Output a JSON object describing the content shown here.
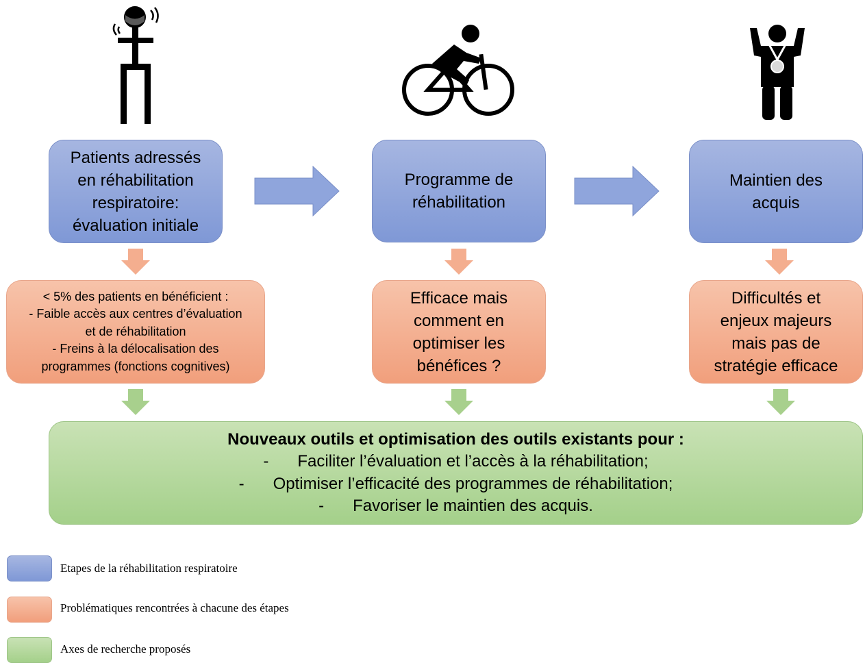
{
  "colors": {
    "blue": "#8fa5dc",
    "orange": "#f4ae8f",
    "green": "#b5d99c",
    "blue_arrow": "#8fa5dc",
    "orange_arrow": "#f4ae8f",
    "green_arrow": "#a8d08d"
  },
  "icons": [
    "person-with-mask-icon",
    "cyclist-icon",
    "person-with-medal-icon"
  ],
  "steps": [
    {
      "label": "Patients adressés\nen réhabilitation\nrespiratoire:\névaluation initiale"
    },
    {
      "label": "Programme de\nréhabilitation"
    },
    {
      "label": "Maintien des\nacquis"
    }
  ],
  "problems": [
    {
      "label": "< 5% des patients en bénéficient :\n- Faible accès aux centres d’évaluation\net de réhabilitation\n- Freins à la délocalisation des\nprogrammes (fonctions cognitives)"
    },
    {
      "label": "Efficace mais\ncomment en\noptimiser les\nbénéfices ?"
    },
    {
      "label": "Difficultés et\nenjeux majeurs\nmais pas de\nstratégie efficace"
    }
  ],
  "research": {
    "title": "Nouveaux outils et optimisation des outils existants pour :",
    "items": [
      "Faciliter l’évaluation et l’accès à la réhabilitation;",
      "Optimiser l’efficacité des programmes de réhabilitation;",
      "Favoriser le maintien des acquis."
    ],
    "bullet": "-"
  },
  "legend": [
    {
      "label": "Etapes de la réhabilitation respiratoire",
      "color": "#8fa5dc"
    },
    {
      "label": "Problématiques rencontrées à chacune des étapes",
      "color": "#f4ae8f"
    },
    {
      "label": "Axes de recherche proposés",
      "color": "#b5d99c"
    }
  ]
}
